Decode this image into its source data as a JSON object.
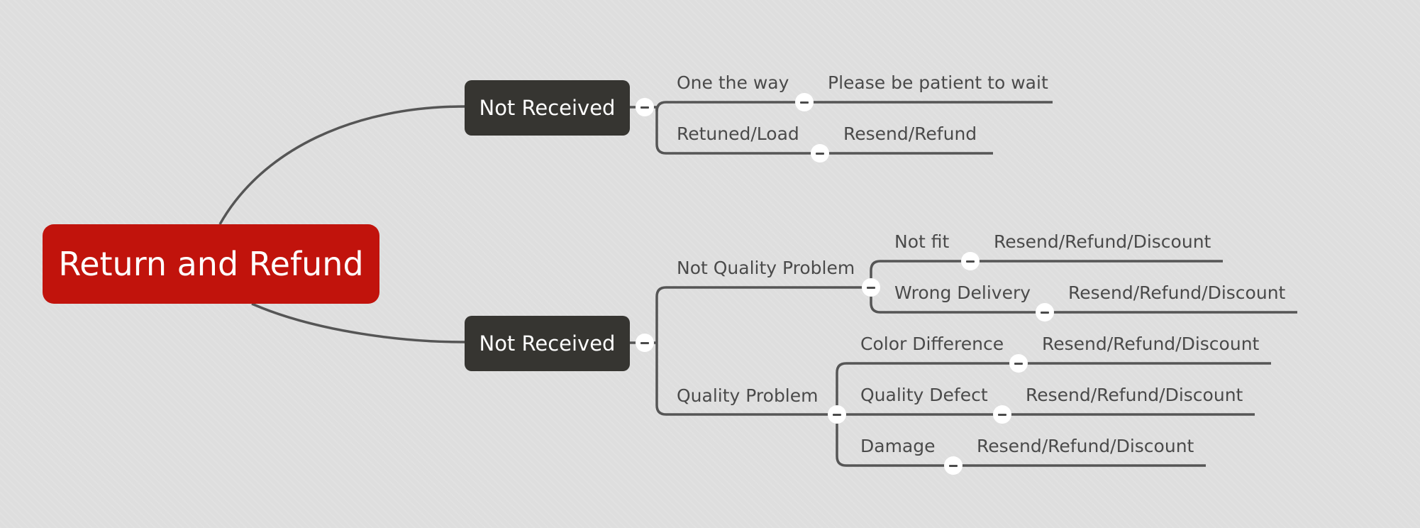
{
  "root": {
    "label": "Return and Refund"
  },
  "branches": [
    {
      "label": "Not Received",
      "children": [
        {
          "label": "One the way",
          "result": "Please be patient to wait"
        },
        {
          "label": "Retuned/Load",
          "result": "Resend/Refund"
        }
      ]
    },
    {
      "label": "Not Received",
      "children": [
        {
          "label": "Not Quality Problem",
          "children": [
            {
              "label": "Not fit",
              "result": "Resend/Refund/Discount"
            },
            {
              "label": "Wrong Delivery",
              "result": "Resend/Refund/Discount"
            }
          ]
        },
        {
          "label": "Quality Problem",
          "children": [
            {
              "label": "Color Difference",
              "result": "Resend/Refund/Discount"
            },
            {
              "label": "Quality Defect",
              "result": "Resend/Refund/Discount"
            },
            {
              "label": "Damage",
              "result": "Resend/Refund/Discount"
            }
          ]
        }
      ]
    }
  ],
  "colors": {
    "root": "#c1130c",
    "main_node": "#363531",
    "line": "#555555",
    "text": "#4a4a4a",
    "background": "#dedede"
  }
}
